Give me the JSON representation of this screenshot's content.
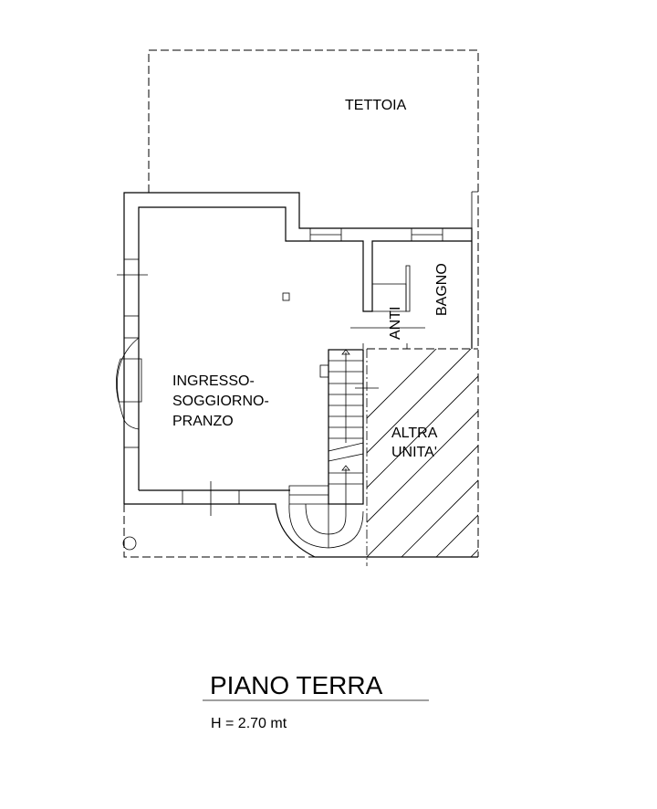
{
  "plan": {
    "rooms": {
      "tettoia": "TETTOIA",
      "living": [
        "INGRESSO-",
        "SOGGIORNO-",
        "PRANZO"
      ],
      "anti": "ANTI",
      "bagno": "BAGNO",
      "altra_unita": [
        "ALTRA",
        "UNITA'"
      ]
    },
    "title": "PIANO TERRA",
    "height_note": "H = 2.70 mt"
  }
}
